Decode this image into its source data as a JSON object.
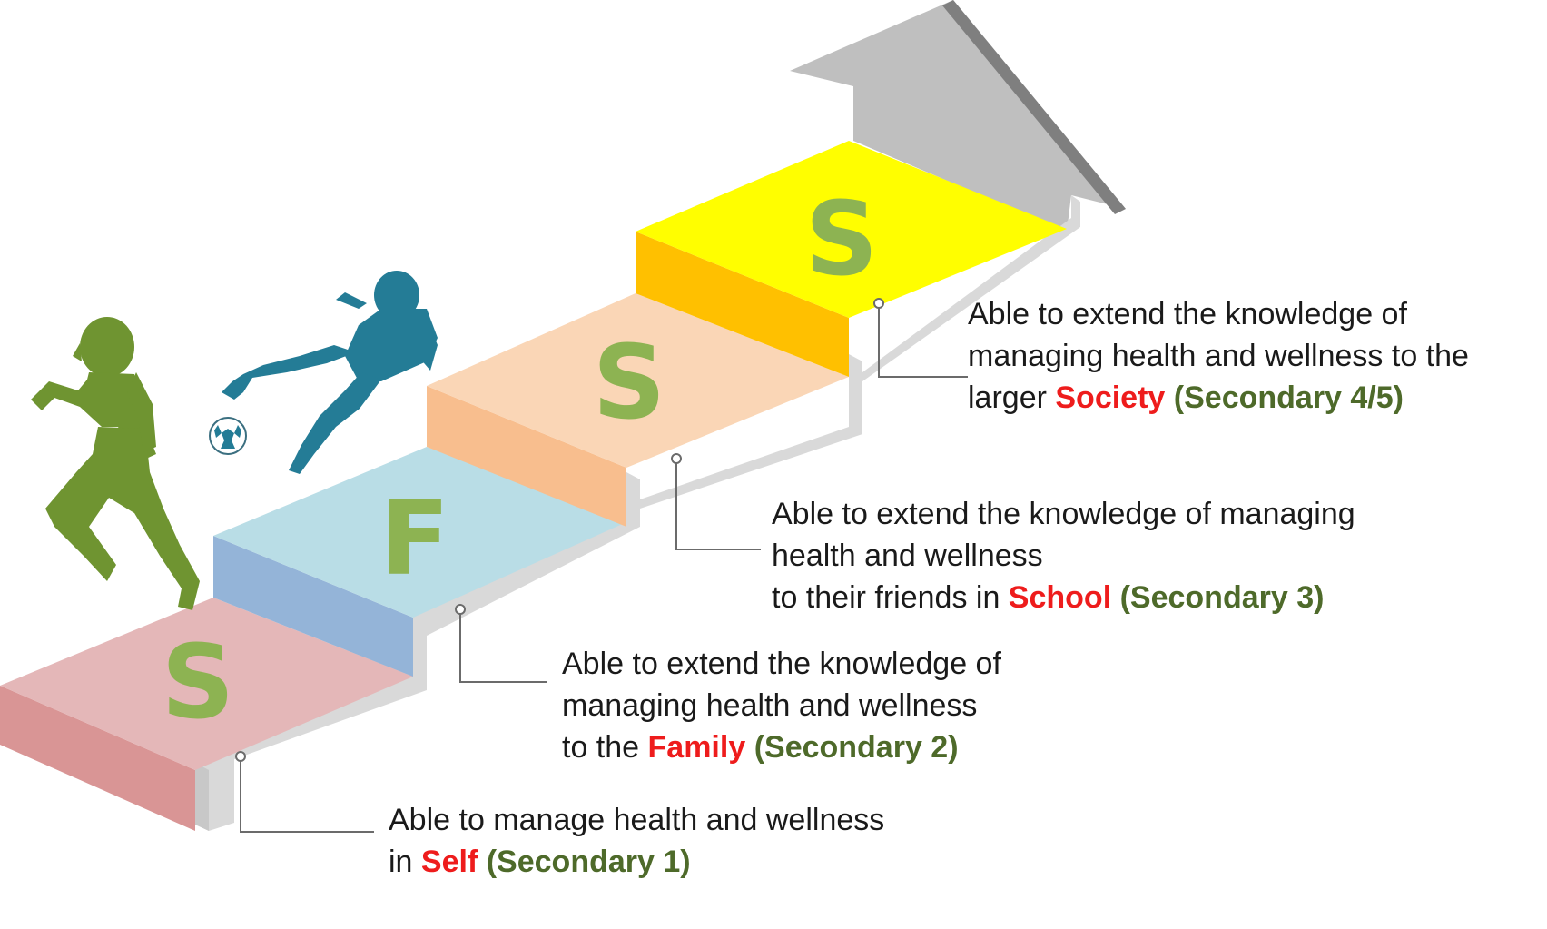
{
  "steps": [
    {
      "letter": "S",
      "line1": "Able to manage health and wellness",
      "prefix": "in ",
      "keyword": "Self",
      "level": "(Secondary 1)"
    },
    {
      "letter": "F",
      "line1": "Able to extend the knowledge of",
      "line2": "managing health and wellness",
      "prefix": "to the ",
      "keyword": "Family",
      "level": "(Secondary 2)"
    },
    {
      "letter": "S",
      "line1": "Able to extend the knowledge of managing",
      "line2": "health and wellness",
      "prefix": "to their friends in ",
      "keyword": "School",
      "level": "(Secondary 3)"
    },
    {
      "letter": "S",
      "line1": "Able to extend the knowledge of",
      "line2": "managing health and wellness to the",
      "prefix": "larger ",
      "keyword": "Society",
      "level": "(Secondary 4/5)"
    }
  ],
  "colors": {
    "step1_top": "#e4b7b8",
    "step1_front": "#d99595",
    "step2_top": "#b9dde6",
    "step2_front": "#94b4d8",
    "step3_top": "#fad6b6",
    "step3_front": "#f8be8e",
    "step4_top": "#fffe00",
    "step4_front": "#ffc000",
    "letter": "#8db352",
    "keyword": "#ee1c1c",
    "level": "#4e6a2a",
    "runner": "#6f9431",
    "kicker": "#247c96",
    "arrow": "#bfbfbf"
  },
  "icons": [
    "runner-figure",
    "kicker-figure",
    "soccer-ball-icon",
    "up-arrow"
  ]
}
